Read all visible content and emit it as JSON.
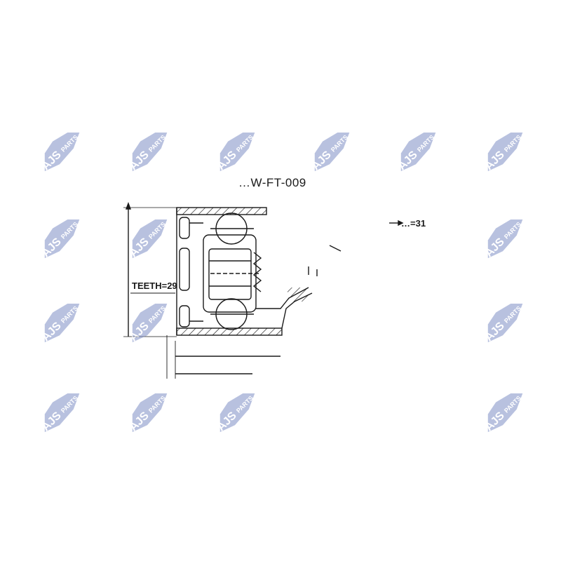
{
  "diagram": {
    "part_code": "…W-FT-009",
    "left_spline_label": "TEETH=29",
    "right_spline_label": "…=31"
  },
  "watermark": {
    "brand": "AJS",
    "suffix": "PARTS",
    "color": "#7f8fc6"
  },
  "colors": {
    "line": "#1a1a1a",
    "background": "#ffffff"
  }
}
